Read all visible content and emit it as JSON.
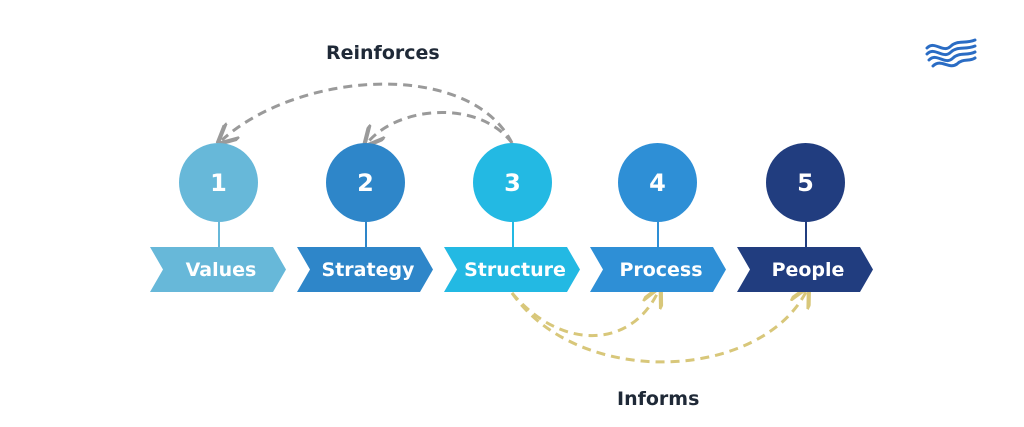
{
  "labels": {
    "reinforces": "Reinforces",
    "informs": "Informs"
  },
  "steps": [
    {
      "number": "1",
      "label": "Values",
      "color": "#67b8d9"
    },
    {
      "number": "2",
      "label": "Strategy",
      "color": "#2e86c9"
    },
    {
      "number": "3",
      "label": "Structure",
      "color": "#23b9e3"
    },
    {
      "number": "4",
      "label": "Process",
      "color": "#2e8fd6"
    },
    {
      "number": "5",
      "label": "People",
      "color": "#213d7f"
    }
  ],
  "connectors": {
    "reinforces_color": "#9a9a9a",
    "informs_color": "#d8c77a"
  },
  "logo": {
    "color": "#2a6cc4",
    "icon": "wave-logo-icon"
  }
}
